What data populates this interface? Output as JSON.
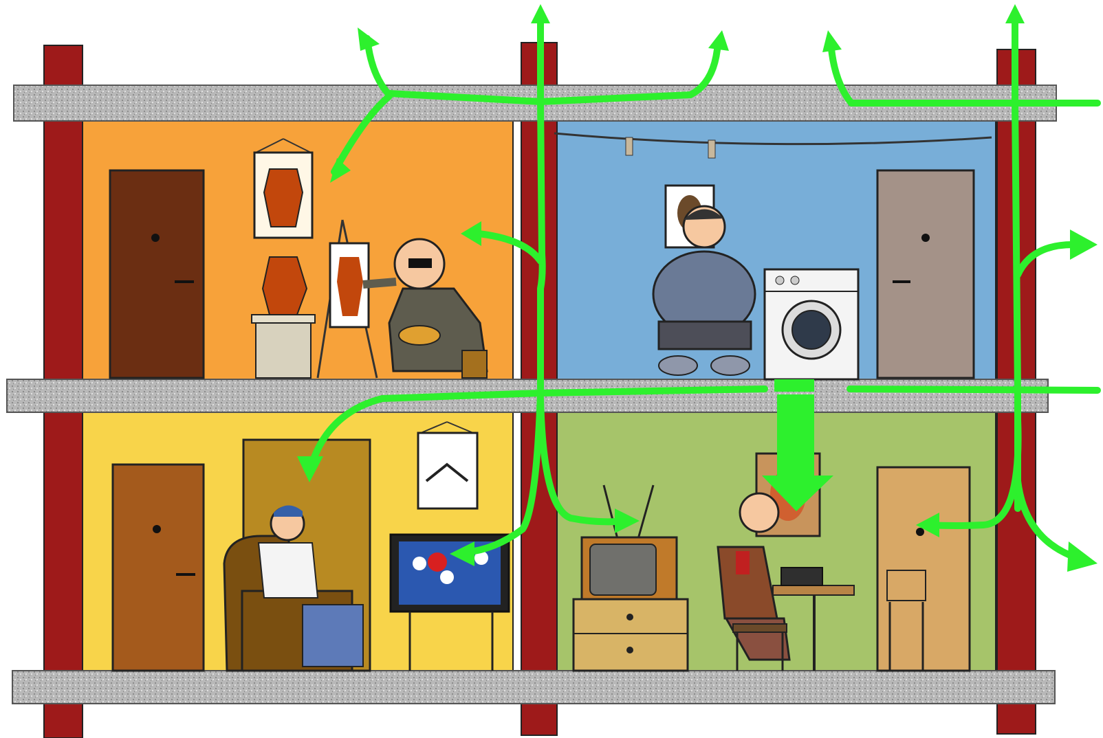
{
  "colors": {
    "background": "#ffffff",
    "column": "#9e1a1a",
    "slab": "#b9b9b9",
    "room_top_left": "#f7a23a",
    "room_top_right": "#78aed8",
    "room_bottom_left": "#f8d44a",
    "room_bottom_right": "#a6c46a",
    "sound_path": "#2df02d"
  },
  "scene": {
    "rooms": [
      {
        "id": "top-left",
        "occupant": "painter",
        "items": [
          "door-icon",
          "painting-icon",
          "vase-icon",
          "easel-icon",
          "stool-icon"
        ]
      },
      {
        "id": "top-right",
        "occupant": "woman-sitting",
        "items": [
          "clothesline-icon",
          "portrait-icon",
          "washing-machine-icon",
          "door-icon"
        ]
      },
      {
        "id": "bottom-left",
        "occupant": "man-in-armchair",
        "items": [
          "door-icon",
          "wardrobe-icon",
          "picture-icon",
          "tv-icon"
        ]
      },
      {
        "id": "bottom-right",
        "occupant": "man-typing",
        "items": [
          "tv-cabinet-icon",
          "portrait-icon",
          "desk-icon",
          "chair-icon",
          "door-icon"
        ]
      }
    ],
    "source": "washing-machine-icon"
  }
}
